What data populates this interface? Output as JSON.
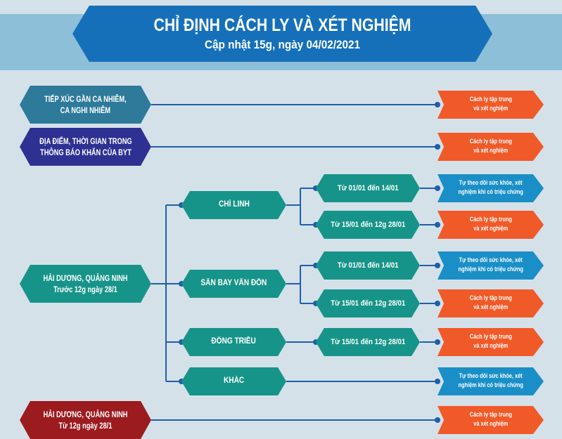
{
  "header": {
    "title": "CHỈ ĐỊNH CÁCH LY VÀ XÉT NGHIỆM",
    "subtitle": "Cập nhật 15g, ngày 04/02/2021"
  },
  "colors": {
    "orange": "#f05a28",
    "blue": "#1a8fc7",
    "teal": "#179489",
    "navy": "#2e3192",
    "red": "#9b1b1f"
  },
  "groups": {
    "contact": {
      "line1": "TIẾP XÚC GẦN CA NHIỄM,",
      "line2": "CA NGHI NHIỄM"
    },
    "byt": {
      "line1": "ĐỊA ĐIỂM, THỜI GIAN TRONG",
      "line2": "THÔNG BÁO KHẨN CỦA BYT"
    },
    "hd_before": {
      "line1": "HẢI DƯƠNG, QUẢNG NINH",
      "line2": "Trước 12g ngày 28/1"
    },
    "hd_after": {
      "line1": "HẢI DƯƠNG, QUẢNG NINH",
      "line2": "Từ 12g ngày 28/1"
    }
  },
  "areas": {
    "chi_linh": "CHÍ LINH",
    "van_don": "SÂN BAY VÂN ĐỒN",
    "dong_trieu": "ĐÔNG TRIỀU",
    "khac": "KHÁC"
  },
  "periods": {
    "p1": "Từ 01/01 đến 14/01",
    "p2": "Từ 15/01 đến 12g 28/01"
  },
  "outcomes": {
    "quarantine": {
      "line1": "Cách ly tập trung",
      "line2": "và xét nghiệm"
    },
    "monitor": {
      "line1": "Tự theo dõi sức khỏe, xét",
      "line2": "nghiệm khi có triệu chứng"
    }
  }
}
